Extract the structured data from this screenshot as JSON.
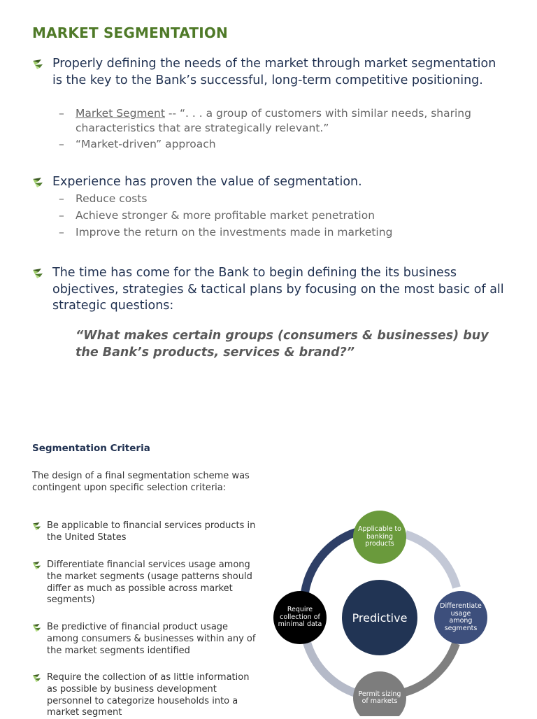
{
  "title": "MARKET SEGMENTATION",
  "bullets": [
    {
      "text": "Properly defining the needs of the market  through market segmentation is the key to the Bank’s successful, long-term competitive positioning.",
      "subs": [
        {
          "term": "Market Segment",
          "text": " -- “. . . a group of customers with similar needs, sharing characteristics that are strategically relevant.”"
        },
        {
          "text": "“Market-driven” approach"
        }
      ]
    },
    {
      "text": "Experience has proven the value of segmentation.",
      "subs": [
        {
          "text": "Reduce costs"
        },
        {
          "text": "Achieve stronger & more profitable market penetration"
        },
        {
          "text": "Improve the return on the investments made in marketing"
        }
      ]
    },
    {
      "text": "The time has come for the Bank to begin defining the its business objectives, strategies & tactical plans by focusing on the most basic of all strategic questions:"
    }
  ],
  "quote": "“What makes certain groups (consumers & businesses) buy  the Bank’s products, services & brand?”",
  "criteria": {
    "heading": "Segmentation Criteria",
    "intro": "The design of a final segmentation scheme was contingent upon specific selection criteria:",
    "items": [
      "Be applicable to financial services products in the United States",
      "Differentiate financial services usage among the market segments (usage patterns should differ as much as possible across market segments)",
      "Be predictive of financial product usage among consumers & businesses within any of the market segments identified",
      "Require the collection of as little information as possible by business development personnel to categorize households into a market segment"
    ]
  },
  "diagram": {
    "center": "Predictive",
    "nodes": [
      {
        "label": "Applicable to banking products",
        "color": "#6a9a3c"
      },
      {
        "label": "Differentiate usage among segments",
        "color": "#3d4f7c"
      },
      {
        "label": "Permit sizing of markets",
        "color": "#7d7d7d"
      },
      {
        "label": "Require collection of minimal data",
        "color": "#000000"
      }
    ]
  },
  "colors": {
    "title": "#4f7a28",
    "body_text": "#1f3050",
    "arrow_dark": "#3c5a22",
    "arrow_light": "#9fcf6a"
  },
  "icons": {
    "bullet": "green-arrow-bullet-icon"
  }
}
